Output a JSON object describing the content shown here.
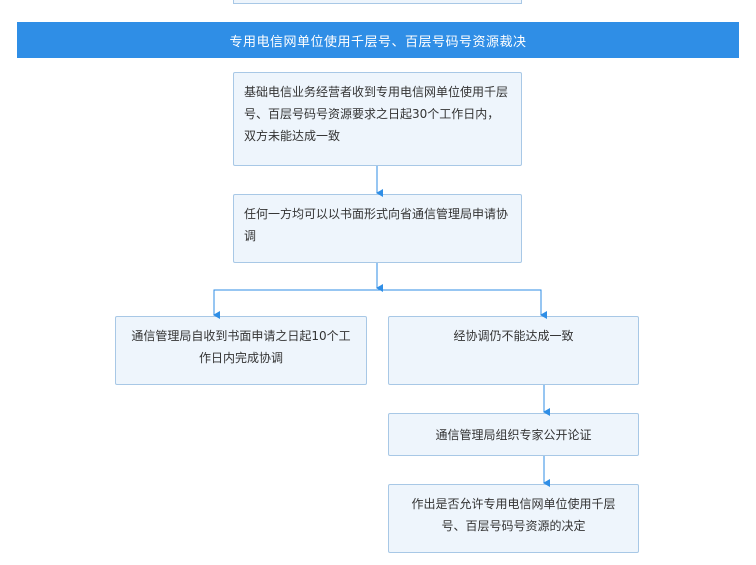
{
  "header": {
    "title": "专用电信网单位使用千层号、百层号码号资源裁决"
  },
  "steps": {
    "receive": {
      "text": "基础电信业务经营者收到专用电信网单位使用千层号、百层号码号资源要求之日起30个工作日内，双方未能达成一致"
    },
    "apply": {
      "text": "任何一方均可以以书面形式向省通信管理局申请协调"
    },
    "coordinate": {
      "text": "通信管理局自收到书面申请之日起10个工作日内完成协调"
    },
    "no_agreement": {
      "text": "经协调仍不能达成一致"
    },
    "expert_review": {
      "text": "通信管理局组织专家公开论证"
    },
    "decision": {
      "text": "作出是否允许专用电信网单位使用千层号、百层号码号资源的决定"
    }
  },
  "colors": {
    "header_bg": "#2f8ee6",
    "box_bg": "#eef5fc",
    "box_border": "#a8c8e6",
    "connector": "#2f8ee6",
    "text": "#333333"
  }
}
